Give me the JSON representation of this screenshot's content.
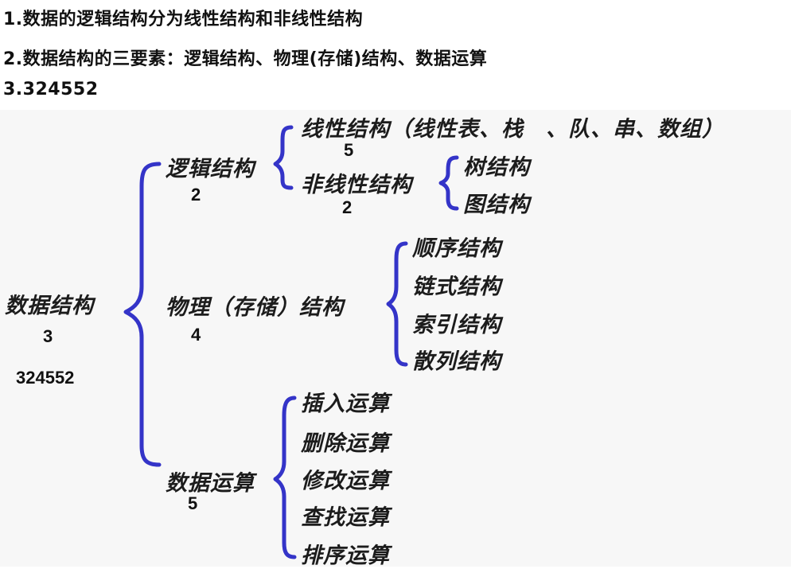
{
  "colors": {
    "brace": "#3434c8",
    "text": "#1c1c1c",
    "background": "#f7f7f7"
  },
  "headings": {
    "line1": "1.数据的逻辑结构分为线性结构和非线性结构",
    "line2": "2.数据结构的三要素：逻辑结构、物理(存储)结构、数据运算",
    "line3": "3.324552"
  },
  "tree": {
    "root": "数据结构",
    "logical": {
      "label": "逻辑结构",
      "linear": "线性结构（线性表、栈　、队、串、数组）",
      "nonlinear": {
        "label": "非线性结构",
        "tree": "树结构",
        "graph": "图结构"
      }
    },
    "physical": {
      "label": "物理（存储）结构",
      "items": [
        "顺序结构",
        "链式结构",
        "索引结构",
        "散列结构"
      ]
    },
    "operations": {
      "label": "数据运算",
      "items": [
        "插入运算",
        "删除运算",
        "修改运算",
        "查找运算",
        "排序运算"
      ]
    }
  },
  "annotations": {
    "root_count": "3",
    "root_sequence": "324552",
    "logical_count": "2",
    "linear_count": "5",
    "nonlinear_count": "2",
    "physical_count": "4",
    "operations_count": "5"
  }
}
